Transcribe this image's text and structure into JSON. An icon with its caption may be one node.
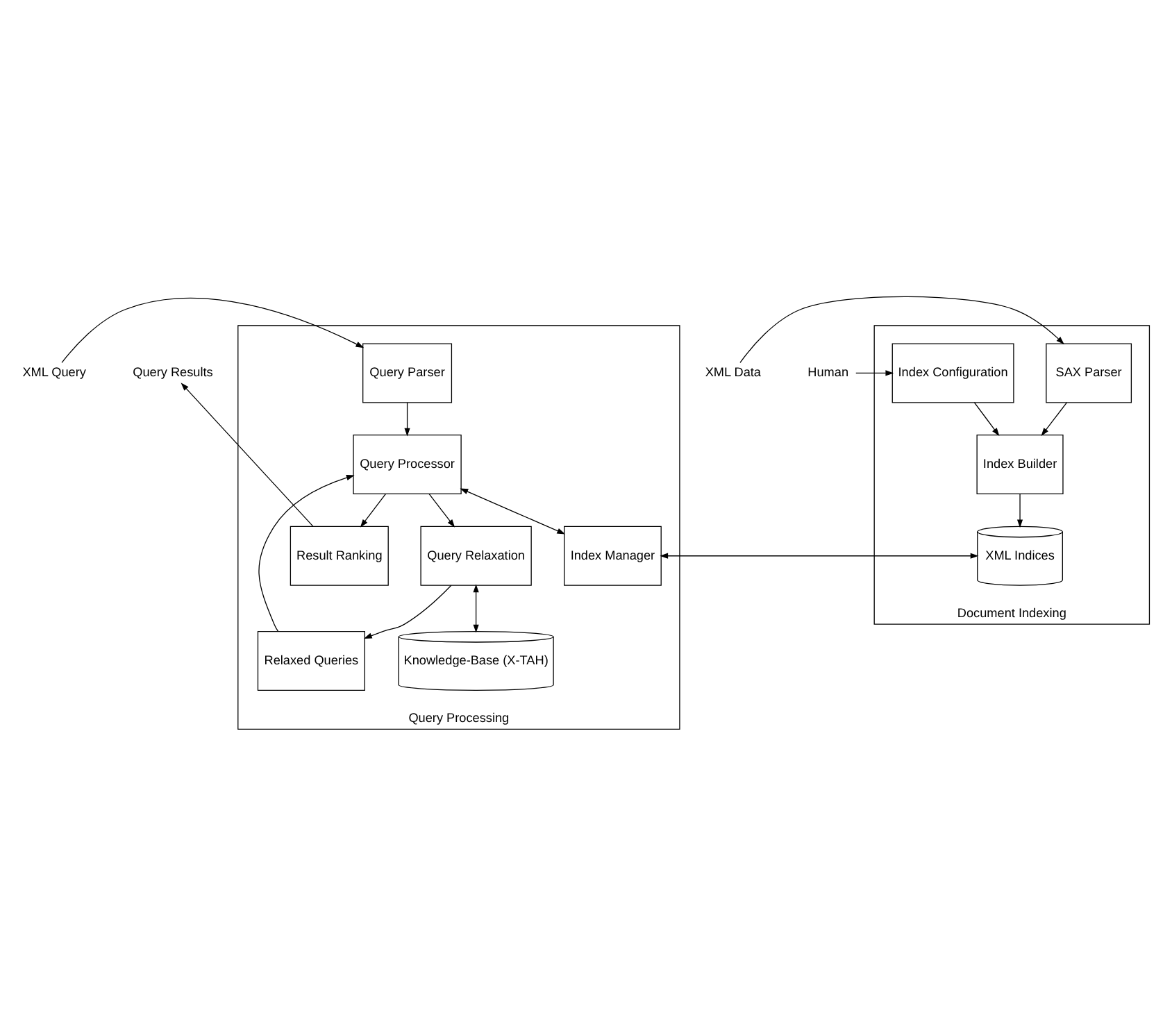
{
  "diagram": {
    "nodes": [
      {
        "text": [
          "XML Query"
        ]
      },
      {
        "text": [
          "Query Results"
        ]
      },
      {
        "text": [
          "XML Data"
        ]
      },
      {
        "text": [
          "Human"
        ]
      },
      {
        "text": [
          "Query Processing"
        ]
      },
      {
        "text": [
          "Query Parser"
        ],
        "in": 4
      },
      {
        "text": [
          "Result Ranking"
        ],
        "in": 4
      },
      {
        "text": [
          "Relaxed Queries"
        ],
        "in": 4
      },
      {
        "text": [
          "Query Processor"
        ],
        "in": 4
      },
      {
        "text": [
          "Query Relaxation"
        ],
        "in": 4
      },
      {
        "text": [
          "Index Manager"
        ],
        "in": 4
      },
      {
        "text": [
          "Knowledge-Base (X-TAH)"
        ],
        "in": 4
      },
      {
        "text": [
          "Document Indexing"
        ]
      },
      {
        "text": [
          "SAX Parser"
        ],
        "in": 12
      },
      {
        "text": [
          "Index Configuration"
        ],
        "in": 12
      },
      {
        "text": [
          "Index Builder"
        ],
        "in": 12
      },
      {
        "text": [
          "XML Indices"
        ],
        "in": 12
      }
    ],
    "edges": [
      {
        "from": 0,
        "to": 5,
        "arrow": "to"
      },
      {
        "from": 5,
        "to": 8,
        "arrow": "to"
      },
      {
        "from": 8,
        "to": 6,
        "arrow": "to"
      },
      {
        "from": 6,
        "to": 1,
        "arrow": "to"
      },
      {
        "from": 7,
        "to": 8,
        "arrow": "to"
      },
      {
        "from": 8,
        "to": 9,
        "arrow": "to"
      },
      {
        "from": 9,
        "to": 7,
        "arrow": "to"
      },
      {
        "from": 8,
        "to": 10,
        "arrow": "both"
      },
      {
        "from": 9,
        "to": 11,
        "arrow": "both"
      },
      {
        "from": 10,
        "to": 16,
        "arrow": "both"
      },
      {
        "from": 2,
        "to": 13,
        "arrow": "to"
      },
      {
        "from": 3,
        "to": 14,
        "arrow": "to"
      },
      {
        "from": 13,
        "to": 15,
        "arrow": "to"
      },
      {
        "from": 14,
        "to": 15,
        "arrow": "to"
      },
      {
        "from": 15,
        "to": 16,
        "arrow": "to"
      }
    ]
  }
}
